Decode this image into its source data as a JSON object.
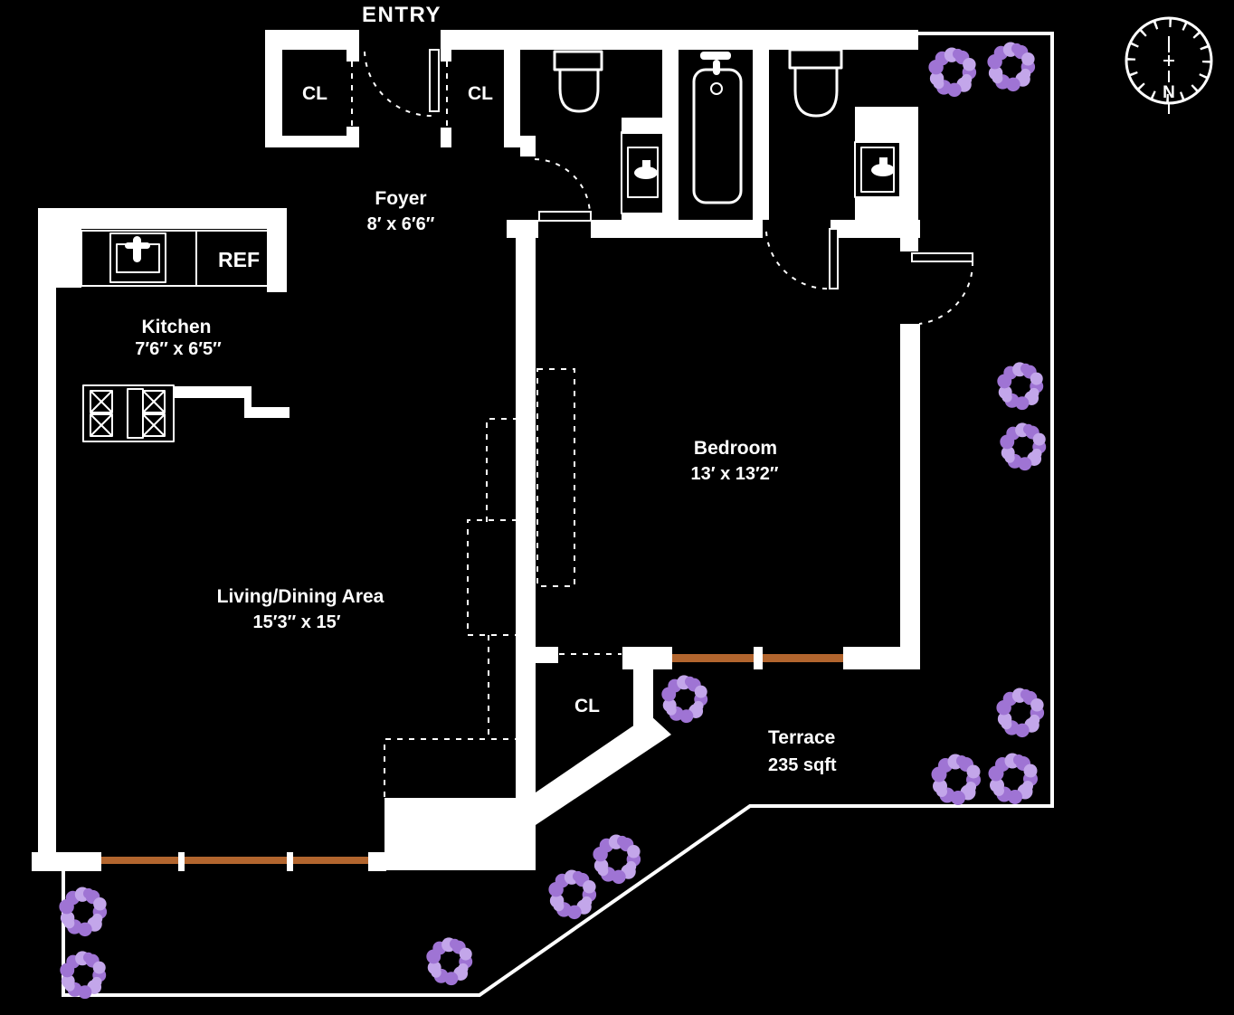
{
  "colors": {
    "bg": "#000000",
    "wall": "#ffffff",
    "text": "#ffffff",
    "sill": "#b2652e",
    "bush_dark": "#9f74d4",
    "bush_light": "#c3a6ea"
  },
  "labels": {
    "entry": "ENTRY",
    "ref": "REF",
    "closet_foyer_left": "CL",
    "closet_foyer_right": "CL",
    "closet_living": "CL",
    "compass_north": "N"
  },
  "rooms": {
    "foyer": {
      "name": "Foyer",
      "dims": "8′ x 6′6″"
    },
    "kitchen": {
      "name": "Kitchen",
      "dims": "7′6″ x 6′5″"
    },
    "bedroom": {
      "name": "Bedroom",
      "dims": "13′ x 13′2″"
    },
    "living": {
      "name": "Living/Dining Area",
      "dims": "15′3″ x 15′"
    },
    "terrace": {
      "name": "Terrace",
      "area": "235 sqft"
    }
  }
}
